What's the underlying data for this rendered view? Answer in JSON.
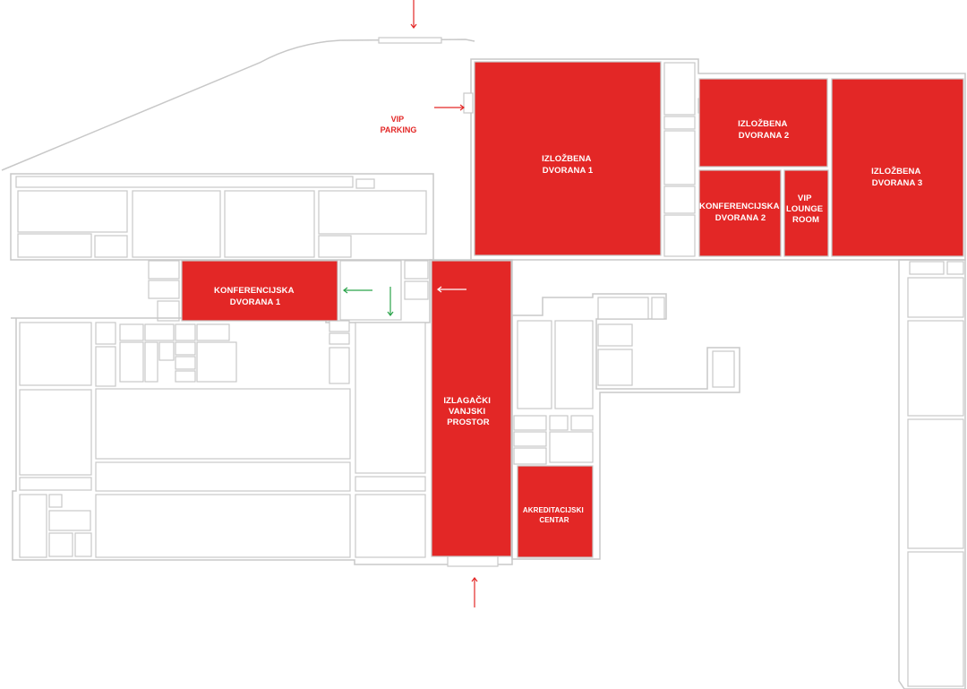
{
  "colors": {
    "hall": "#e32726",
    "wall": "#c8c8c8",
    "entrance_arrow": "#e32726",
    "route_arrow": "#2aa34a"
  },
  "labels": {
    "vip_parking": [
      "VIP",
      "PARKING"
    ],
    "izlozbena_dvorana_1": [
      "IZLOŽBENA",
      "DVORANA 1"
    ],
    "izlozbena_dvorana_2": [
      "IZLOŽBENA",
      "DVORANA 2"
    ],
    "izlozbena_dvorana_3": [
      "IZLOŽBENA",
      "DVORANA 3"
    ],
    "konferencijska_dvorana_2": [
      "KONFERENCIJSKA",
      "DVORANA 2"
    ],
    "vip_lounge_room": [
      "VIP",
      "LOUNGE",
      "ROOM"
    ],
    "konferencijska_dvorana_1": [
      "KONFERENCIJSKA",
      "DVORANA 1"
    ],
    "izlagacki_vanjski_prostor": [
      "IZLAGAČKI",
      "VANJSKI",
      "PROSTOR"
    ],
    "akreditacijski_centar": [
      "AKREDITACIJSKI",
      "CENTAR"
    ]
  }
}
